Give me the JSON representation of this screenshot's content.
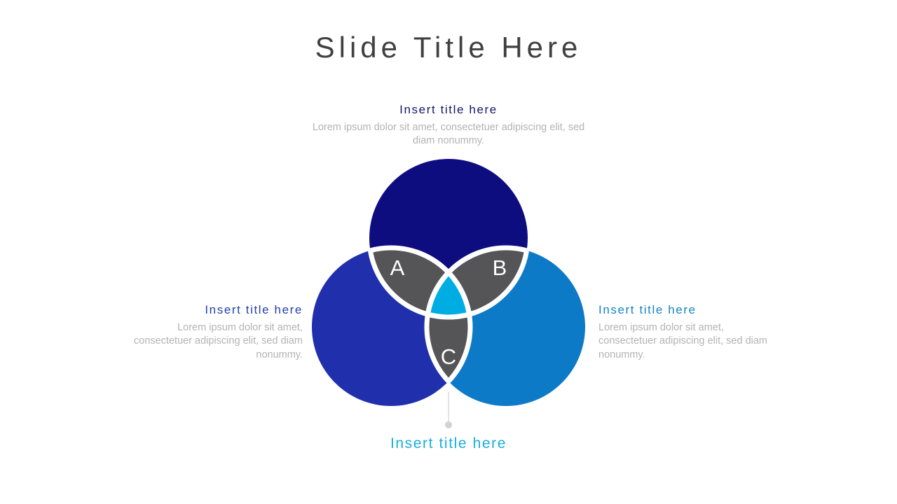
{
  "slide": {
    "title": "Slide Title Here"
  },
  "callouts": {
    "top": {
      "title": "Insert title here",
      "body": "Lorem ipsum dolor sit amet, consectetuer adipiscing elit, sed diam nonummy.",
      "color": "#14146e"
    },
    "left": {
      "title": "Insert title here",
      "body": "Lorem ipsum dolor sit amet, consectetuer adipiscing elit, sed diam nonummy.",
      "color": "#2340ab"
    },
    "right": {
      "title": "Insert title here",
      "body": "Lorem ipsum dolor sit amet, consectetuer adipiscing elit, sed diam nonummy.",
      "color": "#1583c8"
    },
    "bottom": {
      "title": "Insert title here",
      "color": "#1aaedc"
    }
  },
  "diagram": {
    "type": "venn-3-circle",
    "labels": {
      "a": "A",
      "b": "B",
      "c": "C"
    },
    "colors": {
      "circle_top": "#0d0d80",
      "circle_left": "#2030ad",
      "circle_right": "#0d7ac8",
      "intersection_pair": "#555557",
      "intersection_center": "#00ade3",
      "separator": "#ffffff",
      "connector": "#d5d5d5",
      "label_text": "#ffffff"
    }
  }
}
